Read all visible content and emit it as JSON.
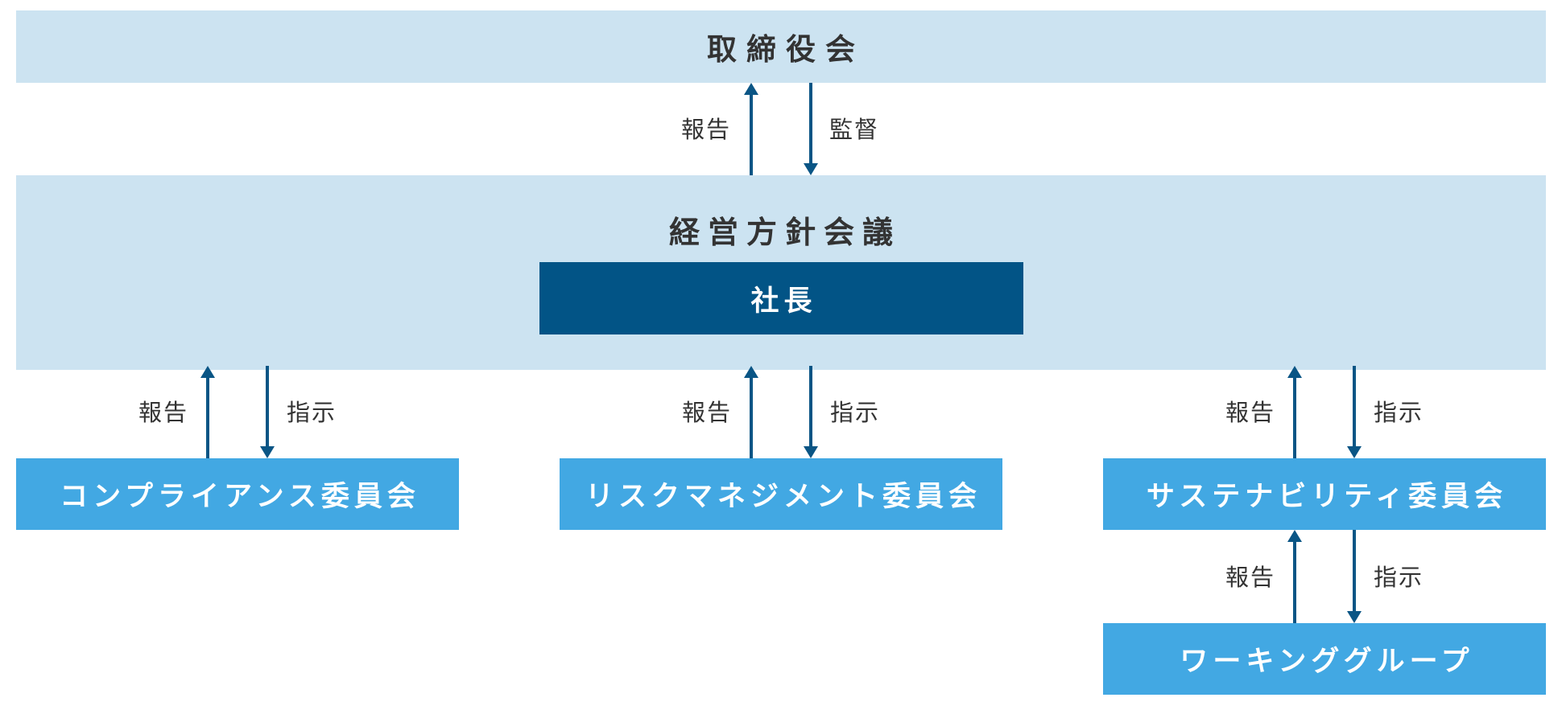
{
  "diagram": {
    "board": {
      "label": "取締役会"
    },
    "management_meeting": {
      "label": "経営方針会議"
    },
    "president": {
      "label": "社長"
    },
    "committees": [
      {
        "label": "コンプライアンス委員会"
      },
      {
        "label": "リスクマネジメント委員会"
      },
      {
        "label": "サステナビリティ委員会"
      }
    ],
    "working_group": {
      "label": "ワーキンググループ"
    },
    "links": {
      "board_mgmt": {
        "up": "報告",
        "down": "監督"
      },
      "mgmt_compliance": {
        "up": "報告",
        "down": "指示"
      },
      "mgmt_risk": {
        "up": "報告",
        "down": "指示"
      },
      "mgmt_sustain": {
        "up": "報告",
        "down": "指示"
      },
      "sustain_wg": {
        "up": "報告",
        "down": "指示"
      }
    }
  },
  "colors": {
    "light_box": "#cce3f1",
    "president_box": "#025486",
    "committee_box": "#42a8e3",
    "arrow": "#0a5585",
    "text_dark": "#333333",
    "text_light": "#ffffff"
  }
}
